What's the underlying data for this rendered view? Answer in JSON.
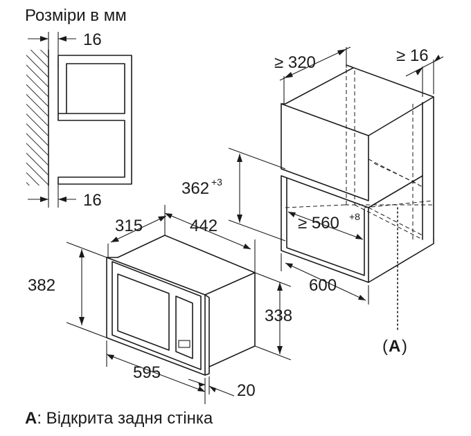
{
  "title": "Розміри в мм",
  "dimensions": {
    "side_gap_top": "16",
    "side_gap_bottom": "16",
    "cabinet_depth_min": "≥ 320",
    "cabinet_side_min": "≥ 16",
    "niche_height": "362",
    "niche_height_tol": "+3",
    "niche_width": "≥ 560",
    "niche_width_tol": "+8",
    "niche_depth": "600",
    "frame_depth": "315",
    "body_width": "442",
    "frame_height": "382",
    "body_height": "338",
    "frame_width": "595",
    "frame_thickness": "20"
  },
  "callout": {
    "paren_open": "(",
    "letter": "A",
    "paren_close": ")"
  },
  "legend": {
    "key": "A",
    "text": ": Відкрита задня стінка"
  }
}
